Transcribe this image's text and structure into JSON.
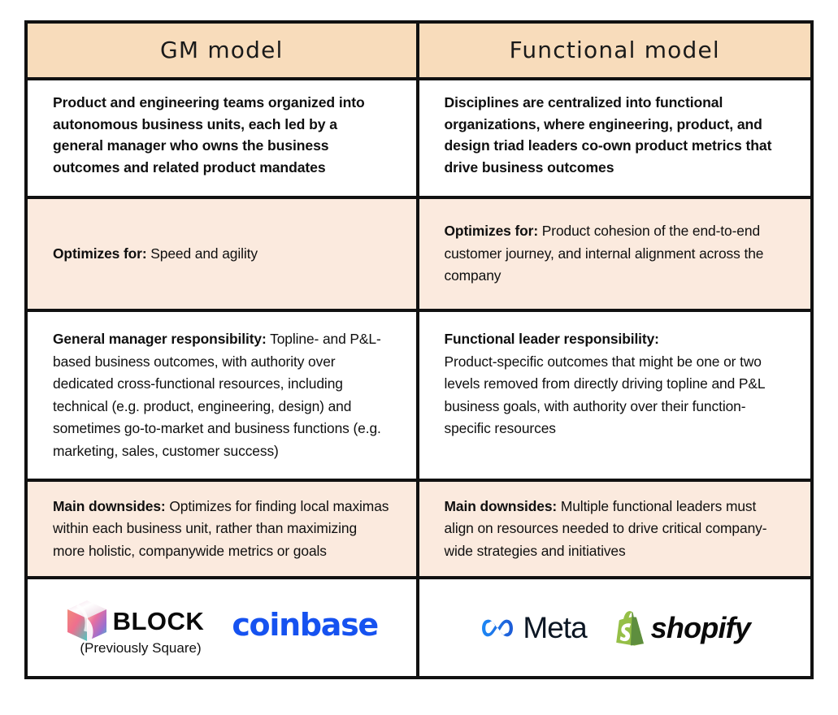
{
  "table": {
    "headers": [
      {
        "label": "GM model"
      },
      {
        "label": "Functional model"
      }
    ],
    "rows": [
      {
        "id": "definition",
        "shaded": false,
        "left": {
          "text": "Product and engineering teams organized into autonomous business units, each led by a general manager who owns the business outcomes and related product mandates"
        },
        "right": {
          "text": "Disciplines are centralized into functional organizations, where engineering, product, and design triad leaders co-own product metrics that drive business outcomes"
        }
      },
      {
        "id": "optimizes-for",
        "shaded": true,
        "left": {
          "label": "Optimizes for:",
          "text": "Speed and agility"
        },
        "right": {
          "label": "Optimizes for:",
          "text": "Product cohesion of the end-to-end customer journey, and internal alignment across the company"
        }
      },
      {
        "id": "responsibility",
        "shaded": false,
        "left": {
          "label": "General manager responsibility:",
          "text": "Topline- and P&L-based business outcomes, with authority over dedicated cross-functional resources, including technical (e.g. product, engineering, design) and sometimes go-to-market and business functions (e.g. marketing, sales, customer success)"
        },
        "right": {
          "label": "Functional leader responsibility:",
          "text": "Product-specific outcomes that might be one or two levels removed from directly driving topline and P&L business goals, with authority over their function-specific resources",
          "label_on_own_line": true
        }
      },
      {
        "id": "main-downsides",
        "shaded": true,
        "left": {
          "label": "Main downsides:",
          "text": "Optimizes for finding local maximas within each business unit, rather than maximizing more holistic, companywide metrics or goals"
        },
        "right": {
          "label": "Main downsides:",
          "text": "Multiple functional leaders must align on resources needed to drive critical company-wide strategies and initiatives"
        }
      }
    ],
    "logo_row": {
      "left_company_logos": [
        {
          "name": "block",
          "wordmark": "BLOCK",
          "subtitle": "(Previously Square)",
          "icon": "block-cube-icon"
        },
        {
          "name": "coinbase",
          "wordmark": "coinbase",
          "color": "#1652f0"
        }
      ],
      "right_company_logos": [
        {
          "name": "meta",
          "wordmark": "Meta",
          "icon": "meta-infinity-icon",
          "icon_color": "#1d82f0",
          "color": "#0b1623"
        },
        {
          "name": "shopify",
          "wordmark": "shopify",
          "icon": "shopify-bag-icon",
          "icon_color": "#95bf47",
          "color": "#0a0a0a"
        }
      ]
    }
  },
  "colors": {
    "header_bg": "#f8dcbb",
    "shaded_row_bg": "#fbeade",
    "plain_row_bg": "#ffffff",
    "border": "#111111",
    "text": "#0f0f0f"
  }
}
